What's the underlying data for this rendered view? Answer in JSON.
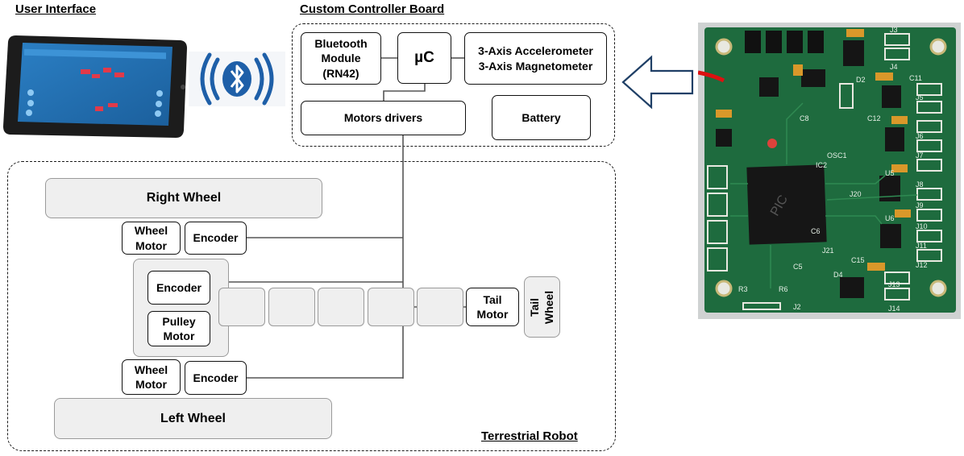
{
  "titles": {
    "user_interface": "User Interface",
    "controller_board": "Custom Controller Board",
    "terrestrial_robot": "Terrestrial Robot"
  },
  "controller": {
    "bluetooth": [
      "Bluetooth",
      "Module",
      "(RN42)"
    ],
    "mcu": "µC",
    "sensors": [
      "3-Axis Accelerometer",
      "3-Axis Magnetometer"
    ],
    "motor_drivers": "Motors drivers",
    "battery": "Battery"
  },
  "robot": {
    "right_wheel": "Right Wheel",
    "left_wheel": "Left Wheel",
    "wheel_motor": [
      "Wheel",
      "Motor"
    ],
    "encoder": "Encoder",
    "pulley_motor": [
      "Pulley",
      "Motor"
    ],
    "tail_motor": [
      "Tail",
      "Motor"
    ],
    "tail_wheel": [
      "Tail",
      "Wheel"
    ]
  },
  "pcb": {
    "chip_label": "PIC",
    "labels": [
      "J3",
      "J4",
      "J5",
      "J6",
      "J7",
      "J8",
      "J9",
      "J10",
      "J11",
      "J12",
      "J13",
      "J14",
      "J2",
      "J20",
      "J21",
      "IC2",
      "U5",
      "U6",
      "R3",
      "R6",
      "C5",
      "C6",
      "C8",
      "C11",
      "C12",
      "C15",
      "D2",
      "D4",
      "OSC1"
    ]
  },
  "colors": {
    "accent_blue": "#1e5fa8",
    "pcb_green": "#1e6b3e",
    "panel_gray": "#efefef"
  }
}
